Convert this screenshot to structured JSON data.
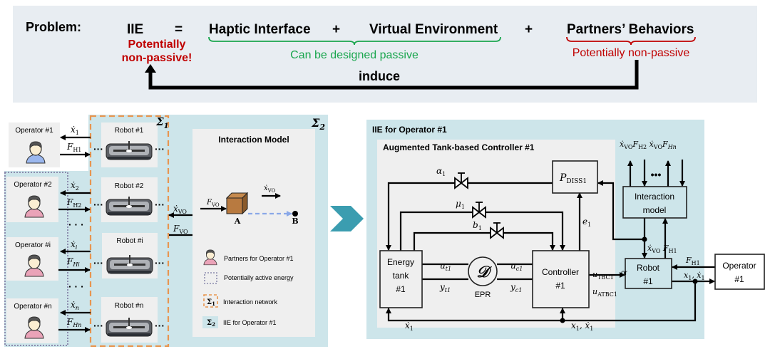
{
  "colors": {
    "top_bg": "#e8edf2",
    "iie_region": "#cde5ea",
    "box_grey": "#efefef",
    "orange": "#e8954f",
    "purple_dotted": "#8c8cae",
    "green": "#1aa64e",
    "red": "#c00000",
    "teal_arrow": "#3b9db0"
  },
  "top": {
    "problem": "Problem:",
    "iie": "IIE",
    "equals": "=",
    "haptic": "Haptic Interface",
    "plus1": "+",
    "virtual": "Virtual Environment",
    "plus2": "+",
    "partners": "Partners’ Behaviors",
    "passive_note": "Can be designed passive",
    "nonpassive_note": "Potentially non-passive",
    "iie_note_1": "Potentially",
    "iie_note_2": "non-passive!",
    "induce": "induce"
  },
  "left": {
    "sigma1": "Σ",
    "sigma1_sub": "1",
    "sigma2": "Σ",
    "sigma2_sub": "2",
    "operators": [
      "Operator #1",
      "Operator #2",
      "Operator #i",
      "Operator #n"
    ],
    "robots": [
      "Robot #1",
      "Robot #2",
      "Robot #i",
      "Robot #n"
    ],
    "interaction_title": "Interaction Model",
    "point_a": "A",
    "point_b": "B",
    "legend": [
      {
        "label": "Partners for Operator #1"
      },
      {
        "label": "Potentially active energy"
      },
      {
        "label": "Interaction network",
        "symbol": "Σ",
        "sub": "1"
      },
      {
        "label": "IIE for Operator #1",
        "symbol": "Σ",
        "sub": "2"
      }
    ]
  },
  "right": {
    "title": "IIE for Operator #1",
    "subtitle": "Augmented Tank-based Controller #1",
    "pdiss": "P",
    "pdiss_sub": "DISS1",
    "interaction_model_1": "Interaction",
    "interaction_model_2": "model",
    "energy_tank": [
      "Energy",
      "tank",
      "#1"
    ],
    "controller": [
      "Controller",
      "#1"
    ],
    "robot": [
      "Robot",
      "#1"
    ],
    "operator": [
      "Operator",
      "#1"
    ],
    "epr_symbol": "𝒟",
    "epr": "EPR",
    "or": "or"
  },
  "math": {
    "l_x1": [
      [
        "ẋ",
        "1"
      ]
    ],
    "l_fh1": [
      [
        "F",
        "H1"
      ]
    ],
    "l_x2": [
      [
        "ẋ",
        "2"
      ]
    ],
    "l_fh2": [
      [
        "F",
        "H2"
      ]
    ],
    "l_xi": [
      [
        "ẋ",
        "i"
      ]
    ],
    "l_fhi": [
      [
        "F",
        "Hi"
      ]
    ],
    "l_xn": [
      [
        "ẋ",
        "n"
      ]
    ],
    "l_fhn": [
      [
        "F",
        "Hn"
      ]
    ],
    "l_xvo": [
      [
        "ẋ",
        "VO"
      ]
    ],
    "l_fvo": [
      [
        "F",
        "VO"
      ]
    ],
    "im_fvo": [
      [
        "F",
        "VO"
      ]
    ],
    "im_xvo": [
      [
        "ẋ",
        "VO"
      ]
    ],
    "r_alpha": [
      [
        "α",
        "1"
      ]
    ],
    "r_mu": [
      [
        "μ",
        "1"
      ]
    ],
    "r_b": [
      [
        "b",
        "1"
      ]
    ],
    "r_e": [
      [
        "e",
        "1"
      ]
    ],
    "r_ut": [
      [
        "u",
        "t1"
      ]
    ],
    "r_yt": [
      [
        "y",
        "t1"
      ]
    ],
    "r_uc": [
      [
        "u",
        "c1"
      ]
    ],
    "r_yc": [
      [
        "y",
        "c1"
      ]
    ],
    "r_utbc": [
      [
        "u",
        "TBC1"
      ]
    ],
    "r_uatbc": [
      [
        "u",
        "ATBC1"
      ]
    ],
    "r_x1dot": [
      [
        "ẋ",
        "1"
      ]
    ],
    "r_x1x1dot": [
      [
        "x",
        "1"
      ],
      [
        ", ẋ",
        "1"
      ]
    ],
    "r_xvo_fh1": [
      [
        "ẋ",
        "VO"
      ],
      [
        " F",
        "H1"
      ]
    ],
    "r_fh1": [
      [
        "F",
        "H1"
      ]
    ],
    "r_x1x1dot_op": [
      [
        "x",
        "1"
      ],
      [
        ", ẋ",
        "1"
      ]
    ],
    "r_top": [
      [
        "ẋ",
        "VO"
      ],
      [
        "F",
        "H2"
      ],
      [
        " ẋ",
        "VO"
      ],
      [
        "F",
        "Hn"
      ]
    ]
  }
}
